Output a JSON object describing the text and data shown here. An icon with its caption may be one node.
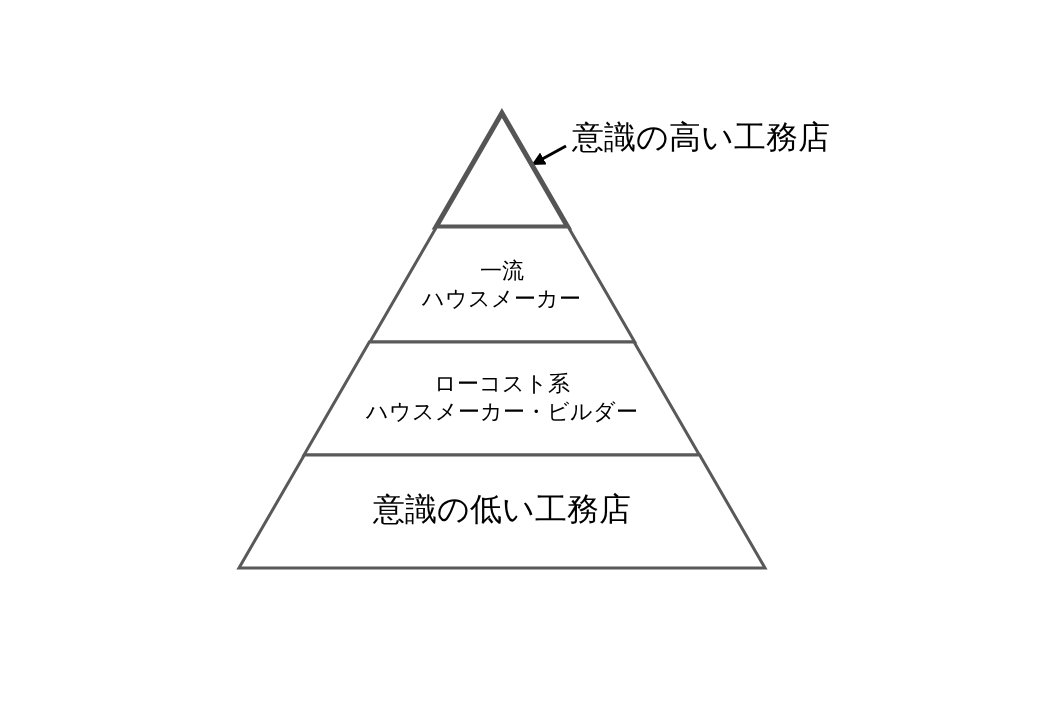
{
  "diagram": {
    "nodes": [
      {
        "text": [],
        "shape": "triangle"
      },
      {
        "text": [
          "一流ハウスメーカー"
        ]
      },
      {
        "text": [
          "ローコスト系ハウスメーカー・ビルダー"
        ]
      },
      {
        "text": [
          "意識の低い工務店"
        ]
      },
      {
        "text": [
          "意識の高い工務店"
        ]
      }
    ],
    "edges": [
      {
        "from": 4,
        "to": 0,
        "arrow": "to"
      }
    ]
  }
}
